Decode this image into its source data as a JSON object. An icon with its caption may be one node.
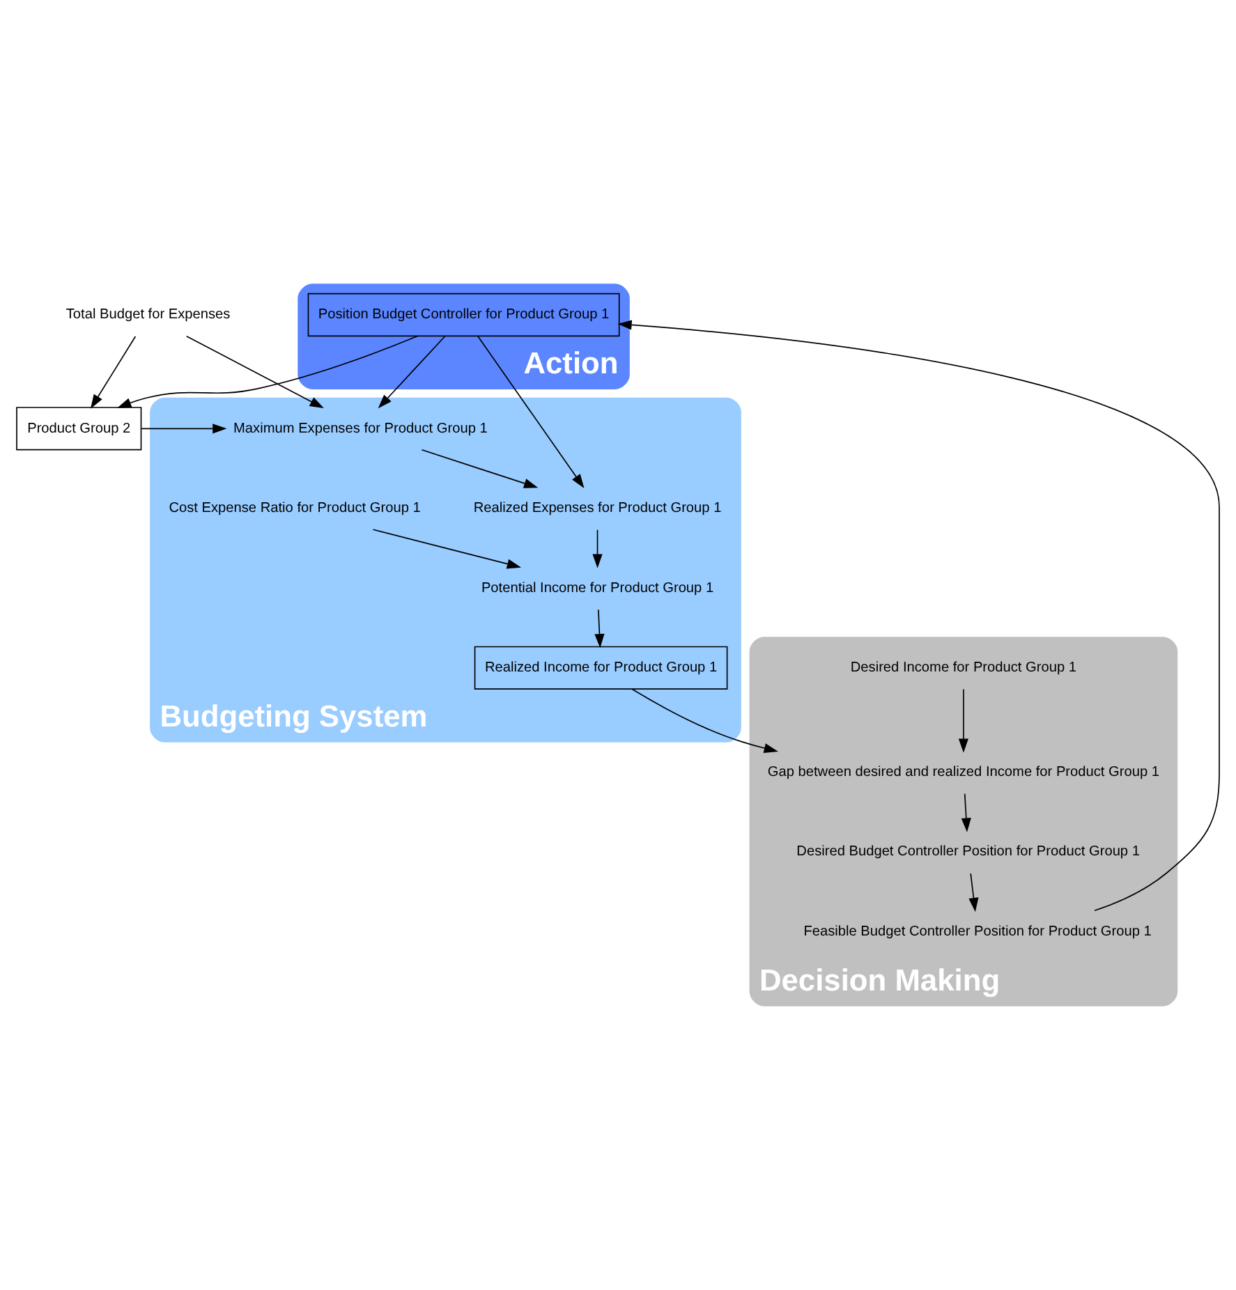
{
  "diagram": {
    "nodes": [
      {
        "text": [
          "Product Group 2"
        ]
      },
      {
        "text": [
          "Total Budget for Expenses"
        ]
      },
      {
        "text": [
          "Action"
        ]
      },
      {
        "text": [
          "Position Budget Controller for Product Group 1"
        ],
        "in": 2
      },
      {
        "text": [
          "Budgeting System"
        ]
      },
      {
        "text": [
          "Maximum Expenses for Product Group 1"
        ],
        "in": 4
      },
      {
        "text": [
          "Realized Expenses for Product Group 1"
        ],
        "in": 4
      },
      {
        "text": [
          "Cost Expense Ratio for Product Group 1"
        ],
        "in": 4
      },
      {
        "text": [
          "Potential Income for Product Group 1"
        ],
        "in": 4
      },
      {
        "text": [
          "Realized Income for Product Group 1"
        ],
        "in": 4
      },
      {
        "text": [
          "Decision Making"
        ]
      },
      {
        "text": [
          "Feasible Budget Controller Position for Product Group 1"
        ],
        "in": 10
      },
      {
        "text": [
          "Desired Budget Controller Position for Product Group 1"
        ],
        "in": 10
      },
      {
        "text": [
          "Gap between desired and realized Income for Product Group 1"
        ],
        "in": 10
      },
      {
        "text": [
          "Desired Income for Product Group 1"
        ],
        "in": 10
      }
    ],
    "edges": [
      {
        "from": 3,
        "to": 0,
        "arrow": "to"
      },
      {
        "from": 1,
        "to": 0,
        "arrow": "to"
      },
      {
        "from": 1,
        "to": 5,
        "arrow": "to"
      },
      {
        "from": 0,
        "to": 5,
        "arrow": "to"
      },
      {
        "from": 3,
        "to": 5,
        "arrow": "to"
      },
      {
        "from": 3,
        "to": 6,
        "arrow": "to"
      },
      {
        "from": 5,
        "to": 6,
        "arrow": "to"
      },
      {
        "from": 6,
        "to": 8,
        "arrow": "to"
      },
      {
        "from": 7,
        "to": 8,
        "arrow": "to"
      },
      {
        "from": 8,
        "to": 9,
        "arrow": "to"
      },
      {
        "from": 9,
        "to": 13,
        "arrow": "to"
      },
      {
        "from": 14,
        "to": 13,
        "arrow": "to"
      },
      {
        "from": 13,
        "to": 12,
        "arrow": "to"
      },
      {
        "from": 12,
        "to": 11,
        "arrow": "to"
      },
      {
        "from": 11,
        "to": 3,
        "arrow": "to"
      }
    ]
  }
}
